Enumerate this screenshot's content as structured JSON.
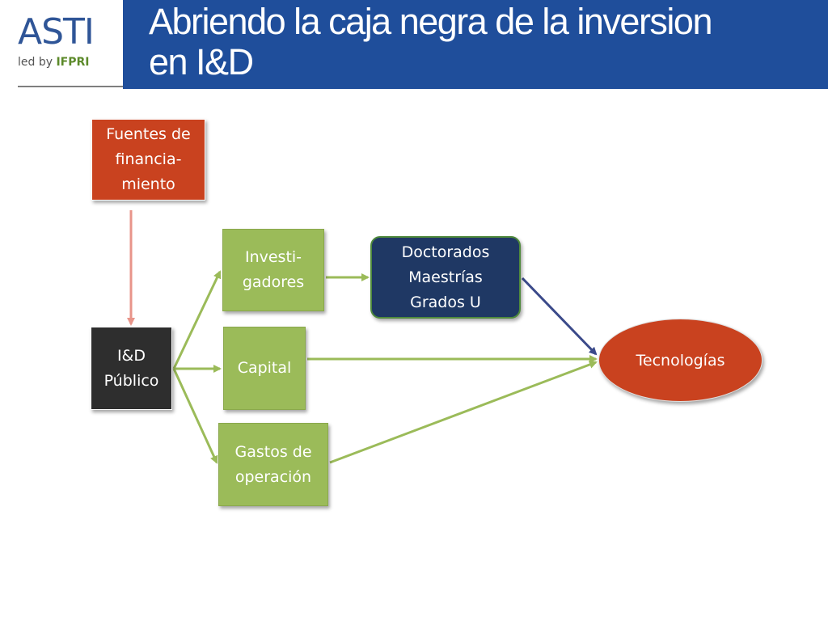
{
  "header": {
    "logo_main": "ASTI",
    "logo_ledby": "led by",
    "logo_org": "IFPRI",
    "title_line1": "Abriendo la caja negra de la inversion",
    "title_line2": "en I&D",
    "bar_color": "#1f4e9b"
  },
  "diagram": {
    "nodes": {
      "fuentes": "Fuentes de\nfinancia-\nmiento",
      "id_publico": "I&D\nPúblico",
      "investigadores": "Investi-\ngadores",
      "capital": "Capital",
      "gastos": "Gastos de\noperación",
      "doctorados": "Doctorados\nMaestrías\nGrados U",
      "tecnologias": "Tecnologías"
    },
    "colors": {
      "orange_red": "#c9421f",
      "dark": "#2e2e2e",
      "green": "#9bbb59",
      "navy": "#1f3864",
      "pink_arrow": "#e8958a",
      "blue_arrow": "#3b4a8a"
    },
    "edges": [
      {
        "from": "fuentes",
        "to": "id_publico"
      },
      {
        "from": "id_publico",
        "to": "investigadores"
      },
      {
        "from": "id_publico",
        "to": "capital"
      },
      {
        "from": "id_publico",
        "to": "gastos"
      },
      {
        "from": "investigadores",
        "to": "doctorados"
      },
      {
        "from": "capital",
        "to": "tecnologias"
      },
      {
        "from": "gastos",
        "to": "tecnologias"
      },
      {
        "from": "doctorados",
        "to": "tecnologias"
      }
    ]
  }
}
